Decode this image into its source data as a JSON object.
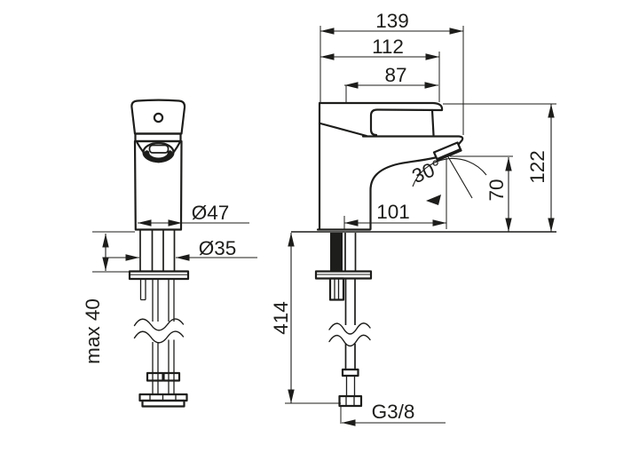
{
  "colors": {
    "background": "#ffffff",
    "line": "#1d1d1b"
  },
  "dimensions": {
    "depth_total": "139",
    "depth_to_lever_front": "112",
    "lever_length": "87",
    "height_above_deck": "122",
    "outlet_height": "70",
    "outlet_angle": "30°",
    "spout_reach": "101",
    "hose_length": "414",
    "max_deck_thickness": "max 40",
    "body_diameter": "Ø47",
    "hole_diameter": "Ø35",
    "connection_thread": "G3/8"
  }
}
